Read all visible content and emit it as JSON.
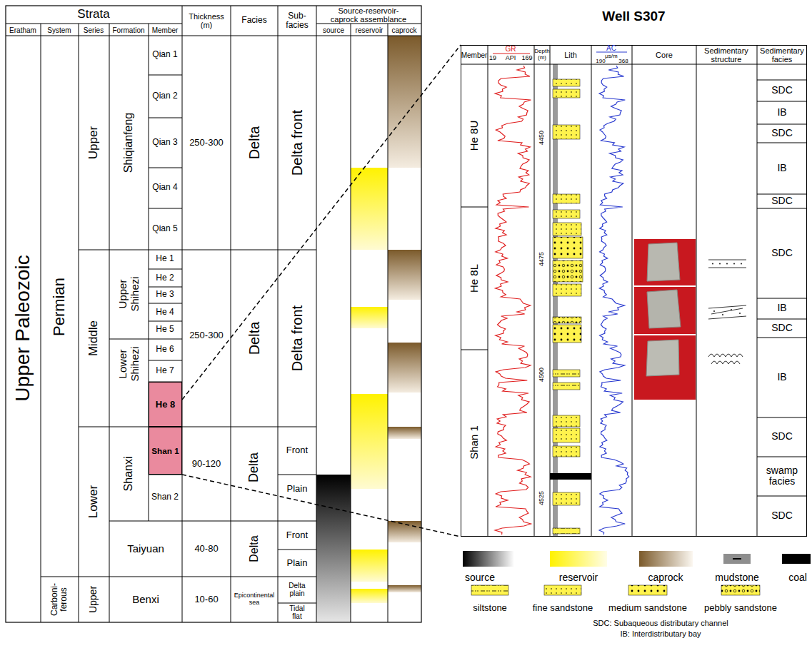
{
  "diagram": {
    "nodes": [
      {
        "text": [
          "He 8"
        ]
      },
      {
        "text": [
          "Shan 1"
        ]
      },
      {
        "text": [
          "Well S307"
        ]
      }
    ],
    "edges": [
      {
        "from": 0,
        "to": 2,
        "arrow": "none"
      },
      {
        "from": 1,
        "to": 2,
        "arrow": "none"
      }
    ],
    "labels": [
      "Strata",
      "Eratham",
      "System",
      "Series",
      "Formation",
      "Member",
      "Thickness (m)",
      "Facies",
      "Sub- facies",
      "Source-reservoir- caprock assemblance",
      "source",
      "reservoir",
      "caprock",
      "Upper Paleozoic",
      "Permian",
      "Carboni- ferous",
      "Upper",
      "Middle",
      "Lower",
      "Upper",
      "Shiqianfeng",
      "Upper Shihezi",
      "Lower Shihezi",
      "Shanxi",
      "Taiyuan",
      "Benxi",
      "Qian 1",
      "Qian 2",
      "Qian 3",
      "Qian 4",
      "Qian 5",
      "He 1",
      "He 2",
      "He 3",
      "He 4",
      "He 5",
      "He 6",
      "He 7",
      "Shan 2",
      "250-300",
      "250-300",
      "90-120",
      "40-80",
      "10-60",
      "Delta",
      "Delta",
      "Delta",
      "Delta",
      "Epicontinental sea",
      "Delta front",
      "Delta front",
      "Front",
      "Plain",
      "Front",
      "Plain",
      "Delta plain",
      "Tidal flat",
      "Member",
      "GR",
      "API",
      "19",
      "169",
      "Depth (m)",
      "Lith",
      "AC",
      "μs/m",
      "190",
      "368",
      "Core",
      "Sedimentary structure",
      "Sedimentary facies",
      "He 8U",
      "He 8L",
      "Shan 1",
      "4450",
      "4475",
      "4500",
      "4525",
      "SDC",
      "IB",
      "SDC",
      "IB",
      "SDC",
      "SDC",
      "IB",
      "SDC",
      "IB",
      "SDC",
      "swamp facies",
      "SDC",
      "SDC: Subaqueous distributary channel",
      "IB: Interdistributary bay"
    ],
    "legend": [
      {
        "text": "source"
      },
      {
        "text": "reservoir"
      },
      {
        "text": "caprock"
      },
      {
        "text": "mudstone"
      },
      {
        "text": "coal",
        "color": "#000000"
      },
      {
        "text": "siltstone"
      },
      {
        "text": "fine sandstone"
      },
      {
        "text": "medium sandstone"
      },
      {
        "text": "pebbly sandstone"
      }
    ]
  }
}
